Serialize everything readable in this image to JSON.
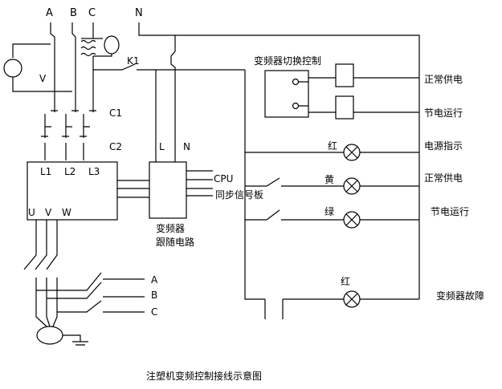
{
  "diagram": {
    "title": "注塑机变频控制接线示意图",
    "phases": [
      "A",
      "B",
      "C"
    ],
    "neutral": "N",
    "voltmeter": "V",
    "relay": "K1",
    "contactor1": "C1",
    "contactor2": "C2",
    "inverter_inputs": [
      "L1",
      "L2",
      "L3"
    ],
    "inverter_outputs": [
      "U",
      "V",
      "W"
    ],
    "follower_inputs": [
      "L",
      "N"
    ],
    "cpu_label": "CPU",
    "sync_label": "同步信号板",
    "follower_title_1": "变频器",
    "follower_title_2": "跟随电路",
    "switch_control_title": "变频器切换控制",
    "right_labels": {
      "normal_supply": "正常供电",
      "energy_saving": "节电运行",
      "power_indicator": "电源指示",
      "normal_supply_2": "正常供电",
      "energy_saving_2": "节电运行",
      "inverter_fault": "变频器故障"
    },
    "lamp_colors": {
      "red1": "红",
      "yellow": "黄",
      "green": "绿",
      "red2": "红"
    },
    "bottom_phases": [
      "A",
      "B",
      "C"
    ]
  }
}
